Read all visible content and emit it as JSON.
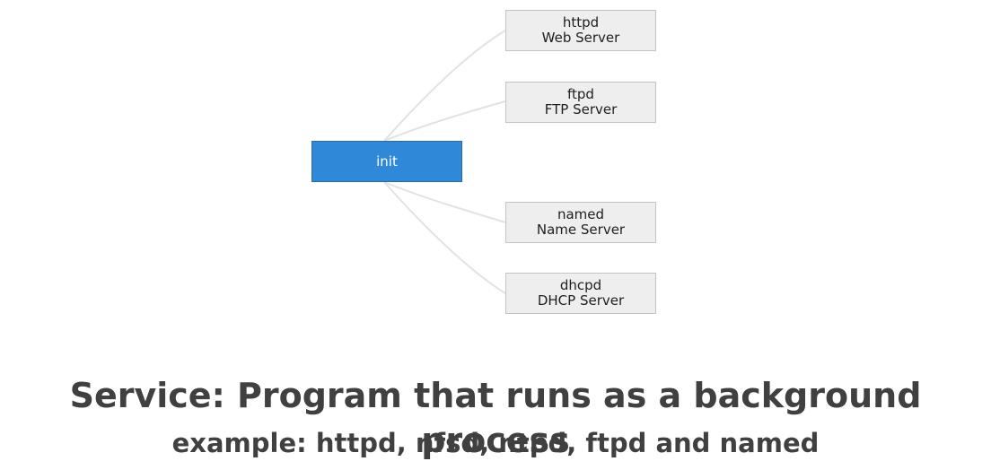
{
  "diagram": {
    "root": {
      "label": "init"
    },
    "children": [
      {
        "name": "httpd",
        "desc": "Web Server"
      },
      {
        "name": "ftpd",
        "desc": "FTP Server"
      },
      {
        "name": "named",
        "desc": "Name Server"
      },
      {
        "name": "dhcpd",
        "desc": "DHCP Server"
      }
    ],
    "colors": {
      "root_fill": "#2f88d8",
      "child_fill": "#eeeeee",
      "link": "#e2e2e2",
      "caption_text": "#404040"
    }
  },
  "caption": {
    "main": "Service: Program that runs as a background process",
    "sub": "example: httpd, nfsd, ntpd, ftpd and named"
  }
}
